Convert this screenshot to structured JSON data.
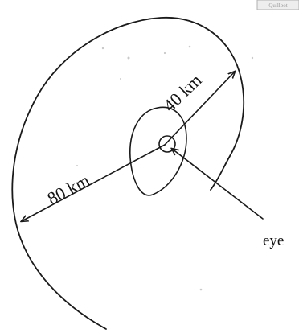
{
  "diagram": {
    "labels": {
      "outer_radius": "80 km",
      "inner_radius": "40 km",
      "eye": "eye"
    },
    "colors": {
      "ink": "#1a1a1a",
      "background": "#ffffff",
      "stamp": "#b0b0b0"
    }
  },
  "corner_stamp": {
    "text": "Quillbot"
  }
}
